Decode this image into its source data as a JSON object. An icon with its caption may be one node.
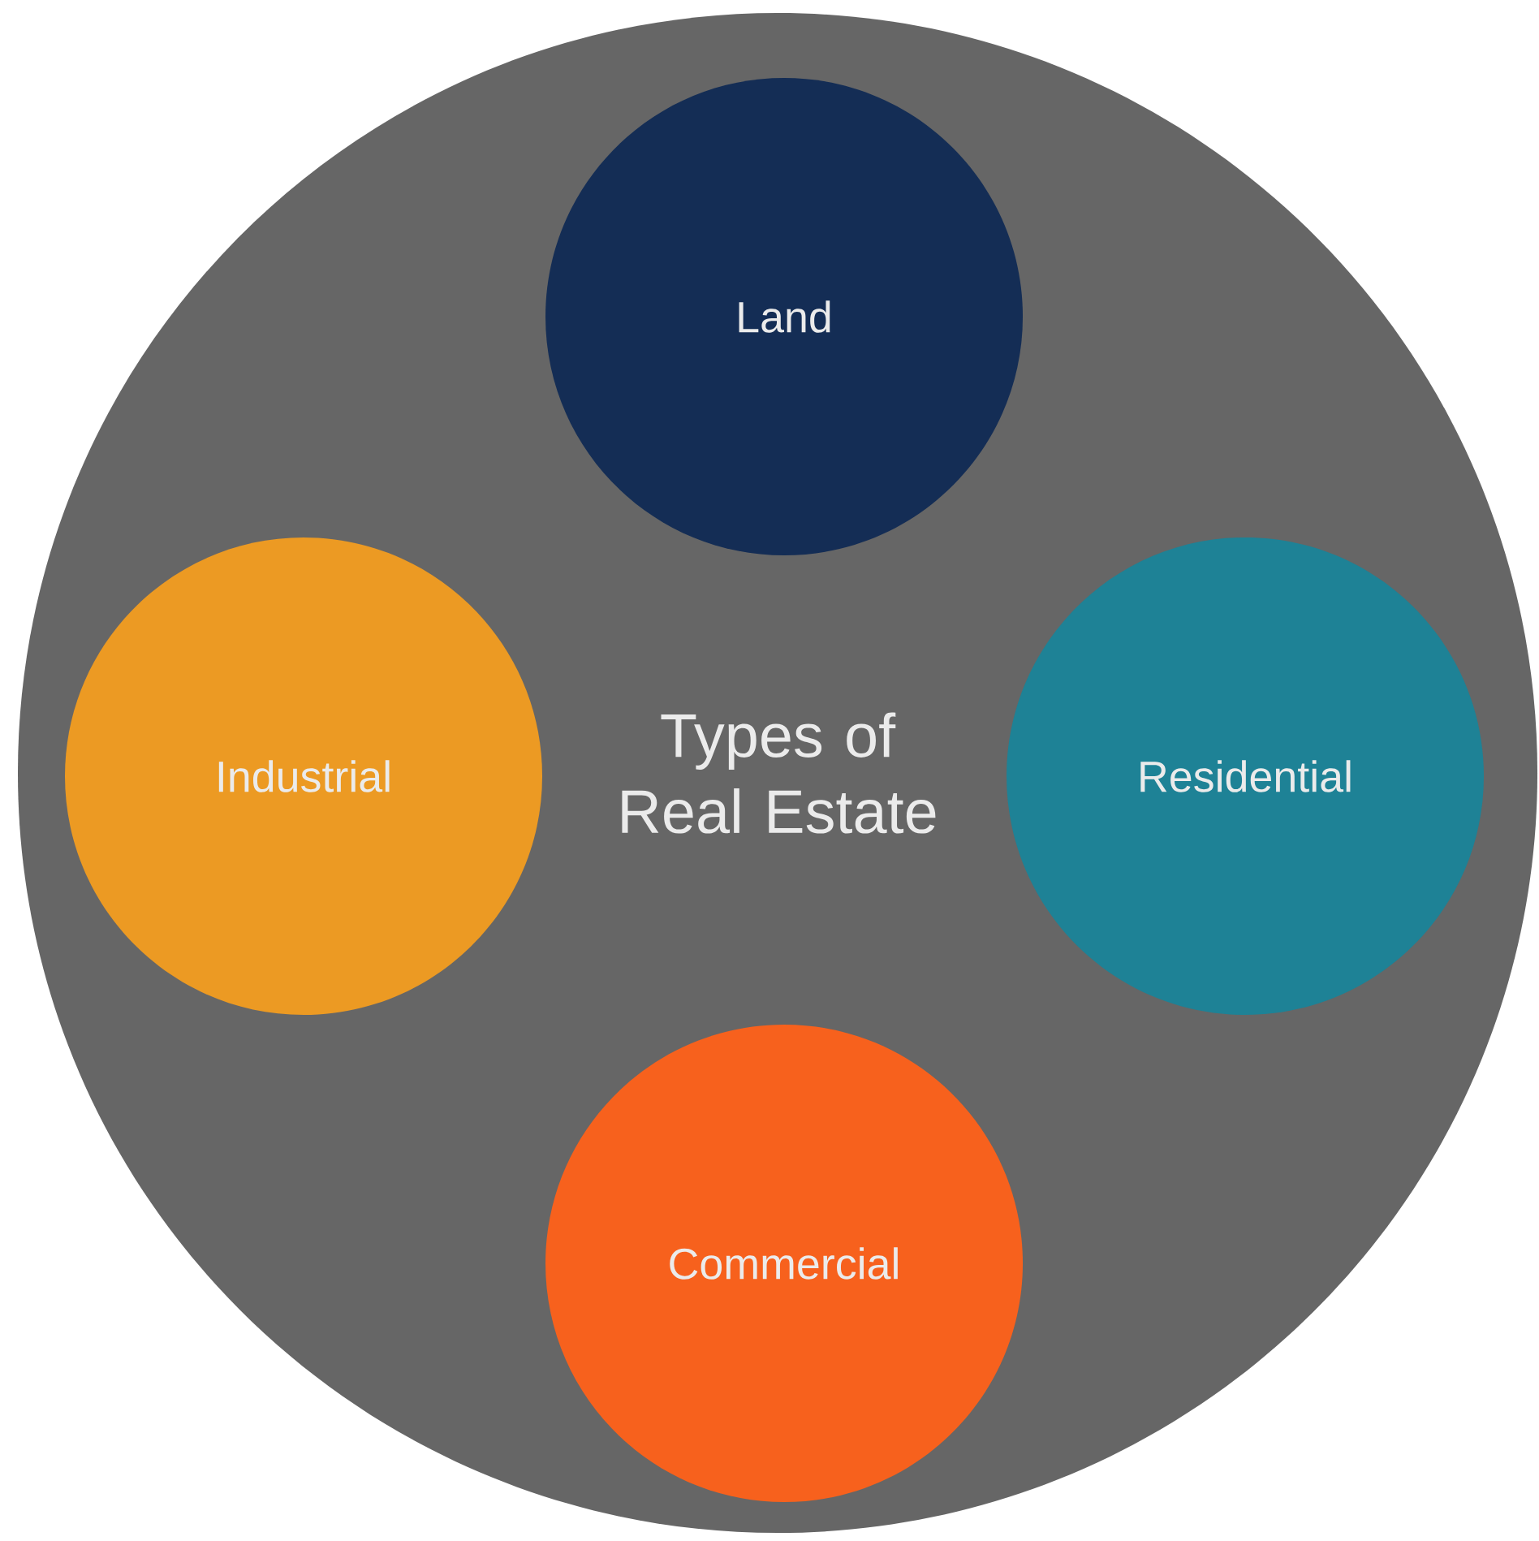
{
  "diagram": {
    "nodes": [
      {
        "text": [
          "Types of Real Estate"
        ]
      },
      {
        "text": [
          "Land"
        ],
        "in": 0
      },
      {
        "text": [
          "Industrial"
        ],
        "in": 0
      },
      {
        "text": [
          "Residential"
        ],
        "in": 0
      },
      {
        "text": [
          "Commercial"
        ],
        "in": 0
      }
    ]
  }
}
